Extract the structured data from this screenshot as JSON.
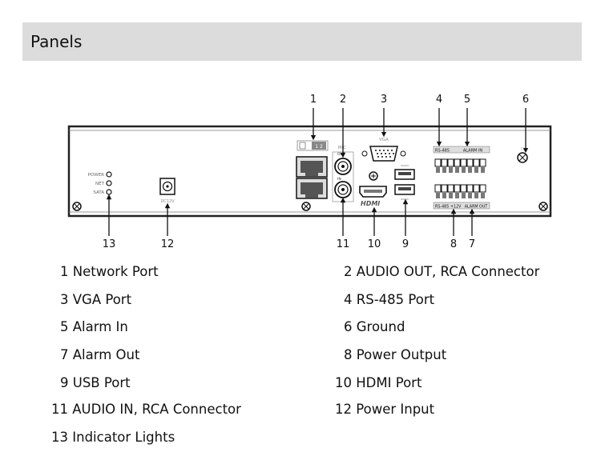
{
  "header": {
    "title": "Panels"
  },
  "panel": {
    "leds": [
      "POWER",
      "NET",
      "SATA"
    ],
    "power_label": "DC12V",
    "mic": "MIC",
    "out": "OUT",
    "in": "IN",
    "vga": "VGA",
    "hdmi": "HDMI",
    "rs485_top": "RS-485",
    "alarm_in": "ALARM IN",
    "rs485_bottom": "RS-485",
    "plus12v": "+12V",
    "alarm_out": "ALARM OUT",
    "port12": "1 2"
  },
  "callouts": [
    "1",
    "2",
    "3",
    "4",
    "5",
    "6",
    "7",
    "8",
    "9",
    "10",
    "11",
    "12",
    "13"
  ],
  "legend": [
    {
      "num": "1",
      "text": "Network Port"
    },
    {
      "num": "2",
      "text": "AUDIO OUT, RCA Connector"
    },
    {
      "num": "3",
      "text": "VGA Port"
    },
    {
      "num": "4",
      "text": "RS-485 Port"
    },
    {
      "num": "5",
      "text": "Alarm In"
    },
    {
      "num": "6",
      "text": "Ground"
    },
    {
      "num": "7",
      "text": "Alarm Out"
    },
    {
      "num": "8",
      "text": "Power Output"
    },
    {
      "num": "9",
      "text": "USB Port"
    },
    {
      "num": "10",
      "text": "HDMI Port"
    },
    {
      "num": "11",
      "text": "AUDIO IN, RCA Connector"
    },
    {
      "num": "12",
      "text": "Power Input"
    },
    {
      "num": "13",
      "text": "Indicator Lights"
    }
  ]
}
